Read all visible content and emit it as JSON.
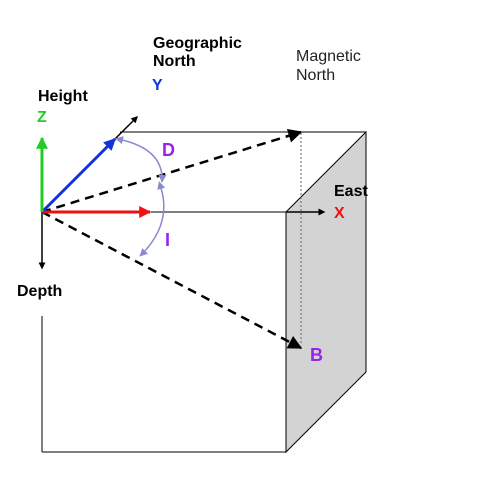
{
  "labels": {
    "geographic_north": [
      "Geographic",
      "North"
    ],
    "magnetic_north": [
      "Magnetic",
      "North"
    ],
    "height": "Height",
    "depth": "Depth",
    "east": "East",
    "axis_x": "X",
    "axis_y": "Y",
    "axis_z": "Z",
    "declination": "D",
    "inclination": "I",
    "field_vector": "B"
  },
  "colors": {
    "x_axis": "#ee1111",
    "y_axis": "#1133dd",
    "z_axis": "#22cc22",
    "angle_labels": "#9922ee",
    "angle_arcs": "#8a8ad0",
    "cube_face": "#d3d3d3",
    "lines": "#000000"
  }
}
